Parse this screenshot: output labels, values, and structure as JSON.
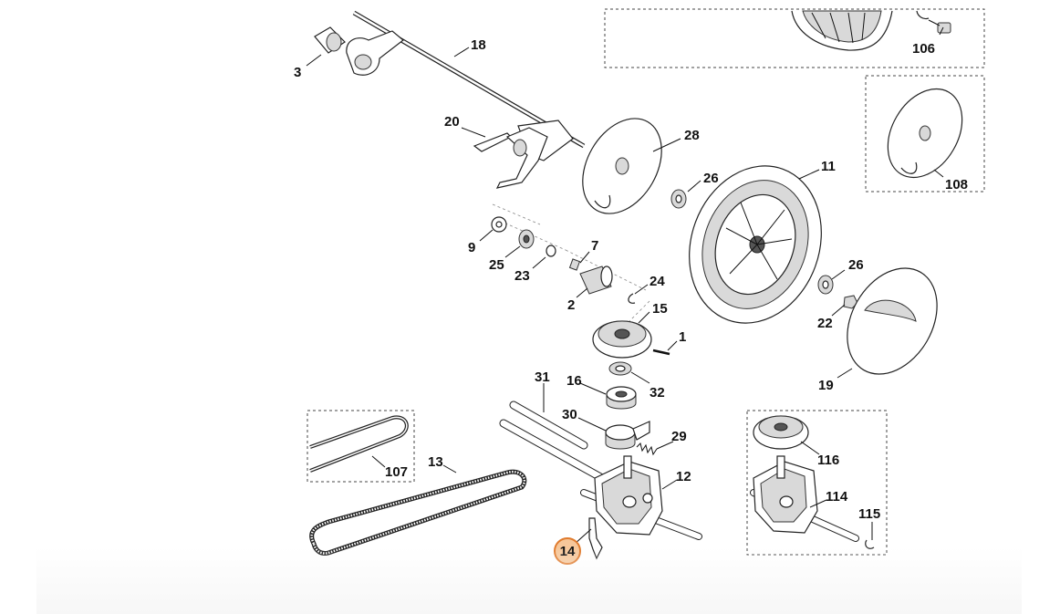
{
  "diagram": {
    "labels": [
      {
        "id": "3",
        "text": "3"
      },
      {
        "id": "18",
        "text": "18"
      },
      {
        "id": "20",
        "text": "20"
      },
      {
        "id": "28",
        "text": "28"
      },
      {
        "id": "26a",
        "text": "26"
      },
      {
        "id": "11",
        "text": "11"
      },
      {
        "id": "106",
        "text": "106"
      },
      {
        "id": "108",
        "text": "108"
      },
      {
        "id": "9",
        "text": "9"
      },
      {
        "id": "25",
        "text": "25"
      },
      {
        "id": "23",
        "text": "23"
      },
      {
        "id": "7",
        "text": "7"
      },
      {
        "id": "2",
        "text": "2"
      },
      {
        "id": "24",
        "text": "24"
      },
      {
        "id": "15",
        "text": "15"
      },
      {
        "id": "1",
        "text": "1"
      },
      {
        "id": "26b",
        "text": "26"
      },
      {
        "id": "22",
        "text": "22"
      },
      {
        "id": "19",
        "text": "19"
      },
      {
        "id": "31",
        "text": "31"
      },
      {
        "id": "16",
        "text": "16"
      },
      {
        "id": "32",
        "text": "32"
      },
      {
        "id": "30",
        "text": "30"
      },
      {
        "id": "29",
        "text": "29"
      },
      {
        "id": "12",
        "text": "12"
      },
      {
        "id": "13",
        "text": "13"
      },
      {
        "id": "107",
        "text": "107"
      },
      {
        "id": "116",
        "text": "116"
      },
      {
        "id": "114",
        "text": "114"
      },
      {
        "id": "115",
        "text": "115"
      }
    ],
    "highlighted": {
      "id": "14",
      "text": "14",
      "color": "#e07a2c",
      "fill": "#f6c79a"
    }
  }
}
